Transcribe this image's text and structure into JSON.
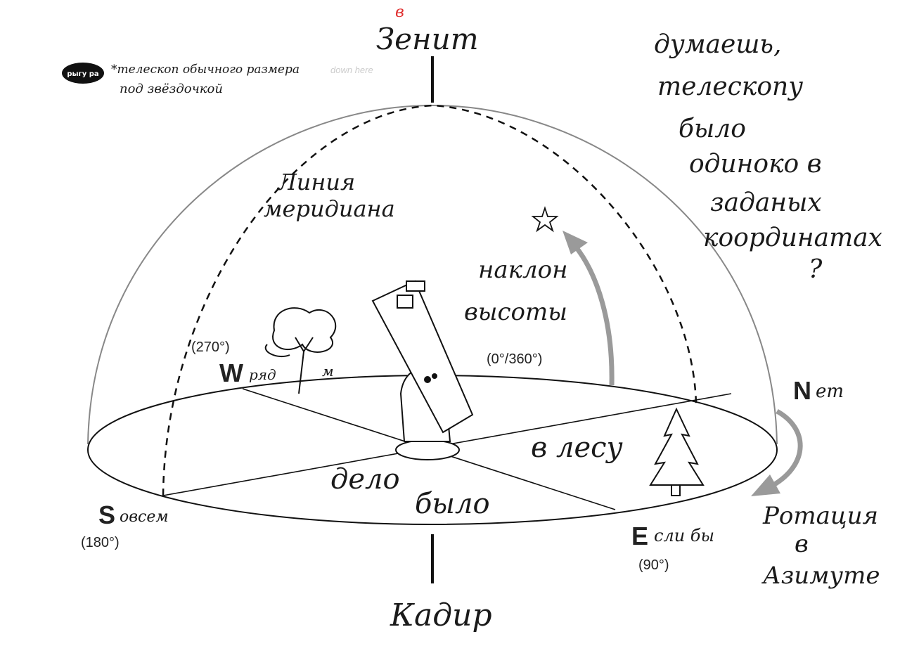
{
  "zenith": {
    "label": "Зенит",
    "correction": "в"
  },
  "nadir": {
    "label": "Кадир"
  },
  "footnote": {
    "badge": "рыгу ра",
    "line1": "*телескоп обычного размера",
    "line2": "под звёздочкой",
    "faded": "down here"
  },
  "side_note": [
    "думаешь,",
    "телескопу",
    "было",
    "одиноко в",
    "заданых",
    "координатах",
    "?"
  ],
  "meridian_label": [
    "Линия",
    "меридиана"
  ],
  "altitude_label": [
    "наклон",
    "высоты"
  ],
  "forest_label": "в лесу",
  "middle_label": [
    "дело",
    "было"
  ],
  "azimuth_label": [
    "Ротация",
    "в",
    "Азимуте"
  ],
  "directions": {
    "W": {
      "letter": "W",
      "suffix": "ряд",
      "extra": "м",
      "degrees": "(270°)"
    },
    "N": {
      "letter": "N",
      "suffix": "ет",
      "degrees": "(0°/360°)"
    },
    "E": {
      "letter": "E",
      "suffix": "сли бы",
      "degrees": "(90°)"
    },
    "S": {
      "letter": "S",
      "suffix": "овсем",
      "degrees": "(180°)"
    }
  },
  "colors": {
    "ink": "#1a1a1a",
    "arrow": "#9a9a9a",
    "correction": "#e03030"
  }
}
